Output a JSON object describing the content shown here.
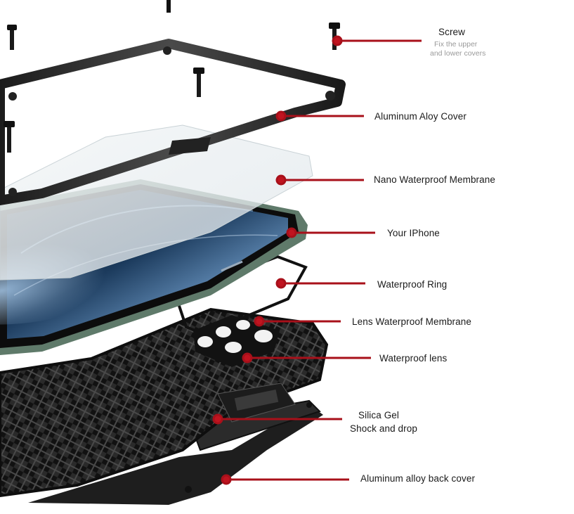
{
  "accent_color": "#b0101a",
  "callouts": [
    {
      "id": "screw",
      "label": "Screw",
      "sub": [
        "Fix the upper",
        "and lower covers"
      ]
    },
    {
      "id": "aluminum-aloy-cover",
      "label": "Aluminum Aloy Cover"
    },
    {
      "id": "nano-waterproof-membrane",
      "label": "Nano Waterproof Membrane"
    },
    {
      "id": "your-iphone",
      "label": "Your IPhone"
    },
    {
      "id": "waterproof-ring",
      "label": "Waterproof Ring"
    },
    {
      "id": "lens-waterproof-membrane",
      "label": "Lens Waterproof Membrane"
    },
    {
      "id": "waterproof-lens",
      "label": "Waterproof lens"
    },
    {
      "id": "silica-gel",
      "label": "Silica Gel",
      "sub": [
        "Shock and drop"
      ]
    },
    {
      "id": "aluminum-alloy-back-cover",
      "label": "Aluminum alloy back cover"
    }
  ]
}
